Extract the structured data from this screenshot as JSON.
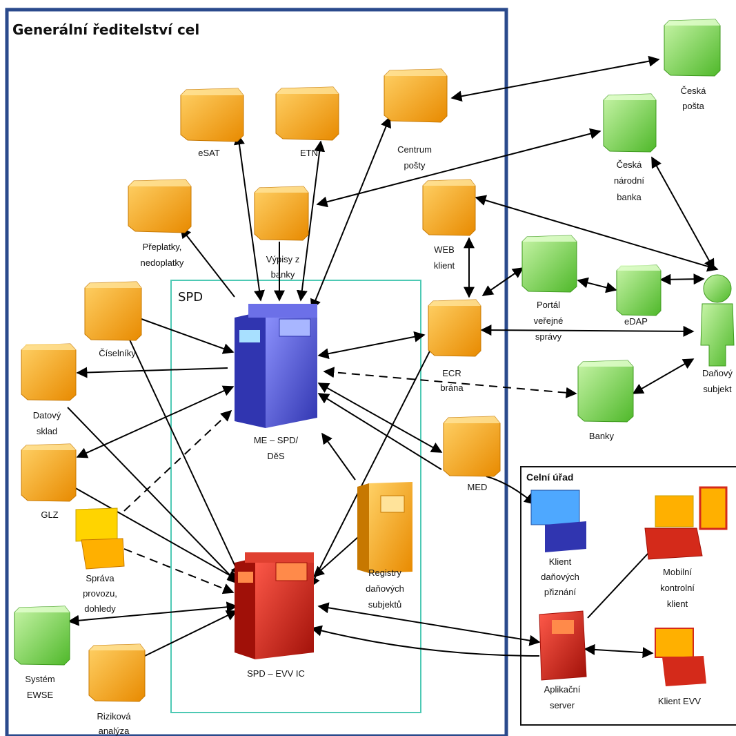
{
  "colors": {
    "frame_blue": "#2a4a8c",
    "spd_teal": "#4dc9b4",
    "cube_orange": "#f5a623",
    "cube_green": "#7ed957",
    "server_blue": "#4a4fd6",
    "server_red": "#d42a1a"
  },
  "titles": {
    "main": "Generální ředitelství cel",
    "spd": "SPD",
    "celni": "Celní úřad"
  },
  "nodes": {
    "esat": "eSAT",
    "etn": "ETN",
    "centrum1": "Centrum",
    "centrum2": "pošty",
    "ceska_posta1": "Česká",
    "ceska_posta2": "pošta",
    "cnb1": "Česká",
    "cnb2": "národní",
    "cnb3": "banka",
    "preplatky1": "Přeplatky,",
    "preplatky2": "nedoplatky",
    "vypisy1": "Výpisy z",
    "vypisy2": "banky",
    "web1": "WEB",
    "web2": "klient",
    "portal1": "Portál",
    "portal2": "veřejné",
    "portal3": "správy",
    "edap": "eDAP",
    "danovy1": "Daňový",
    "danovy2": "subjekt",
    "ciselniky": "Číselníky",
    "datovy1": "Datový",
    "datovy2": "sklad",
    "glz": "GLZ",
    "ecr1": "ECR",
    "ecr2": "brána",
    "banky": "Banky",
    "me1": "ME – SPD/",
    "me2": "DěS",
    "med": "MED",
    "sprava1": "Správa",
    "sprava2": "provozu,",
    "sprava3": "dohledy",
    "registry1": "Registry",
    "registry2": "daňových",
    "registry3": "subjektů",
    "evv": "SPD – EVV IC",
    "ewse1": "Systém",
    "ewse2": "EWSE",
    "riziko1": "Riziková",
    "riziko2": "analýza",
    "klient_dp1": "Klient",
    "klient_dp2": "daňových",
    "klient_dp3": "přiznání",
    "mobil1": "Mobilní",
    "mobil2": "kontrolní",
    "mobil3": "klient",
    "apl1": "Aplikační",
    "apl2": "server",
    "klient_evv": "Klient EVV"
  }
}
